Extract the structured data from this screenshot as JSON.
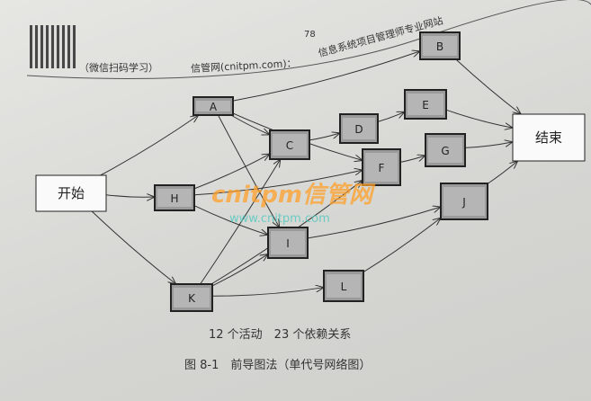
{
  "header": {
    "qr_caption": "（微信扫码学习）",
    "site": "信管网(cnitpm.com)：",
    "title": "信息系统项目管理师专业网站",
    "page_number": "78"
  },
  "nodes": [
    {
      "id": "start",
      "label": "开始"
    },
    {
      "id": "A",
      "label": "A"
    },
    {
      "id": "B",
      "label": "B"
    },
    {
      "id": "C",
      "label": "C"
    },
    {
      "id": "D",
      "label": "D"
    },
    {
      "id": "E",
      "label": "E"
    },
    {
      "id": "F",
      "label": "F"
    },
    {
      "id": "G",
      "label": "G"
    },
    {
      "id": "H",
      "label": "H"
    },
    {
      "id": "I",
      "label": "I"
    },
    {
      "id": "J",
      "label": "J"
    },
    {
      "id": "K",
      "label": "K"
    },
    {
      "id": "L",
      "label": "L"
    },
    {
      "id": "end",
      "label": "结束"
    }
  ],
  "edges": [
    [
      "start",
      "A"
    ],
    [
      "start",
      "H"
    ],
    [
      "start",
      "K"
    ],
    [
      "A",
      "B"
    ],
    [
      "A",
      "C"
    ],
    [
      "A",
      "F"
    ],
    [
      "A",
      "I"
    ],
    [
      "H",
      "C"
    ],
    [
      "H",
      "F"
    ],
    [
      "H",
      "I"
    ],
    [
      "K",
      "C"
    ],
    [
      "K",
      "I"
    ],
    [
      "K",
      "F"
    ],
    [
      "K",
      "L"
    ],
    [
      "C",
      "D"
    ],
    [
      "D",
      "E"
    ],
    [
      "E",
      "end"
    ],
    [
      "B",
      "end"
    ],
    [
      "F",
      "G"
    ],
    [
      "G",
      "end"
    ],
    [
      "I",
      "J"
    ],
    [
      "L",
      "J"
    ],
    [
      "J",
      "end"
    ]
  ],
  "watermark": {
    "brand": "cnitpm信管网",
    "url": "www.cnitpm.com"
  },
  "summary": "12 个活动　23 个依赖关系",
  "caption": "图 8-1　前导图法（单代号网络图）"
}
